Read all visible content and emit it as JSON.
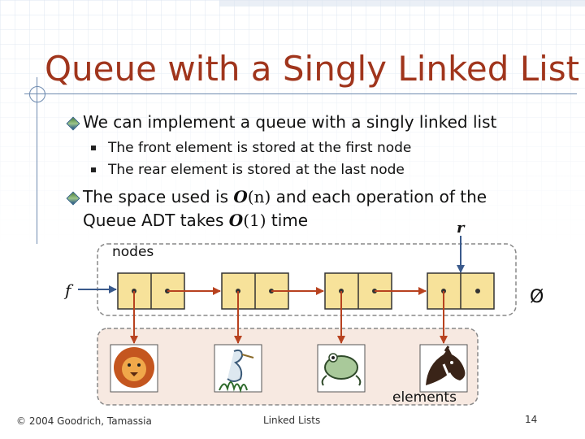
{
  "title": "Queue with a Singly Linked List",
  "bullets": {
    "b1": "We can implement a queue with a singly linked list",
    "b1_sub1": "The front element is stored at the first node",
    "b1_sub2": "The rear element is stored at the last node",
    "b2_pre": "The space used is",
    "b2_o1": "O",
    "b2_n": "(n)",
    "b2_mid": "and each operation of the",
    "b2_line2_pre": "Queue ADT takes",
    "b2_o2": "O",
    "b2_1": "(1)",
    "b2_post": "time"
  },
  "diagram": {
    "label_r": "r",
    "label_f": "f",
    "label_nodes": "nodes",
    "label_elements": "elements",
    "null_symbol": "Ø",
    "node_count": 4,
    "elements": [
      "lion",
      "heron",
      "frog",
      "horse"
    ],
    "colors": {
      "node_fill": "#f7e29a",
      "arrow": "#b8421f",
      "box_border": "#888888",
      "elements_fill": "#f7e9e1"
    }
  },
  "footer": {
    "copyright": "© 2004 Goodrich, Tamassia",
    "center": "Linked Lists",
    "page": "14"
  }
}
